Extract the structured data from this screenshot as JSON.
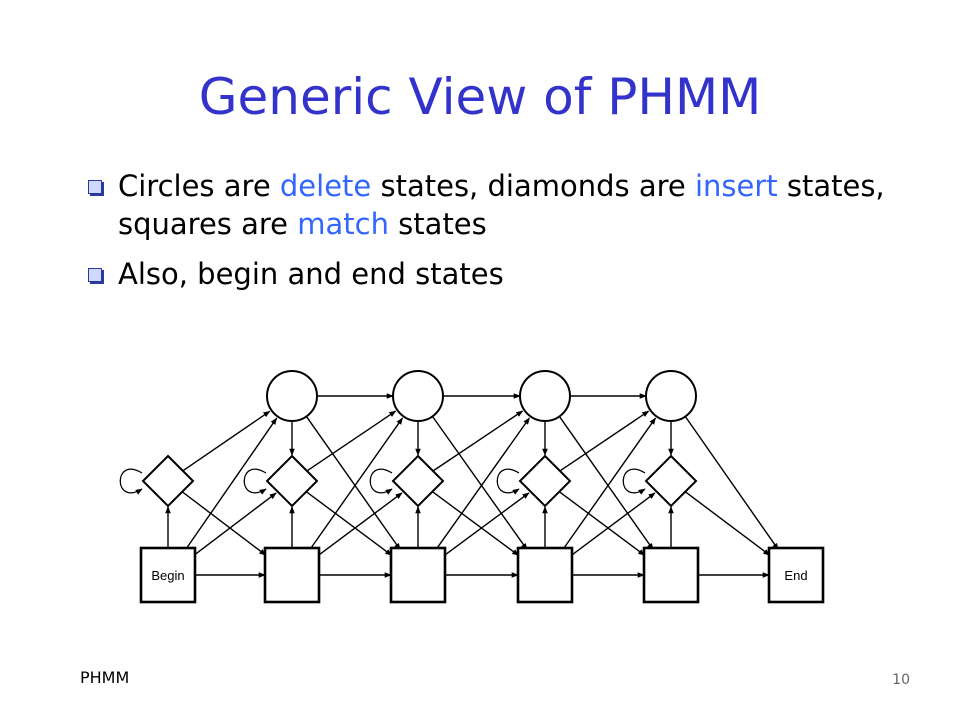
{
  "slide": {
    "title": "Generic View of PHMM",
    "bullets": [
      {
        "parts": [
          {
            "text": "Circles are ",
            "hl": false
          },
          {
            "text": "delete",
            "hl": true
          },
          {
            "text": " states, diamonds are ",
            "hl": false
          },
          {
            "text": "insert",
            "hl": true
          },
          {
            "text": " states, squares are ",
            "hl": false
          },
          {
            "text": "match",
            "hl": true
          },
          {
            "text": " states",
            "hl": false
          }
        ]
      },
      {
        "parts": [
          {
            "text": "Also, begin and end states",
            "hl": false
          }
        ]
      }
    ],
    "footer_left": "PHMM",
    "page_number": "10"
  },
  "diagram": {
    "begin_label": "Begin",
    "end_label": "End",
    "match_count": 4,
    "delete_count": 4,
    "insert_count": 5
  },
  "colors": {
    "title": "#3333cc",
    "highlight": "#3366ff"
  }
}
